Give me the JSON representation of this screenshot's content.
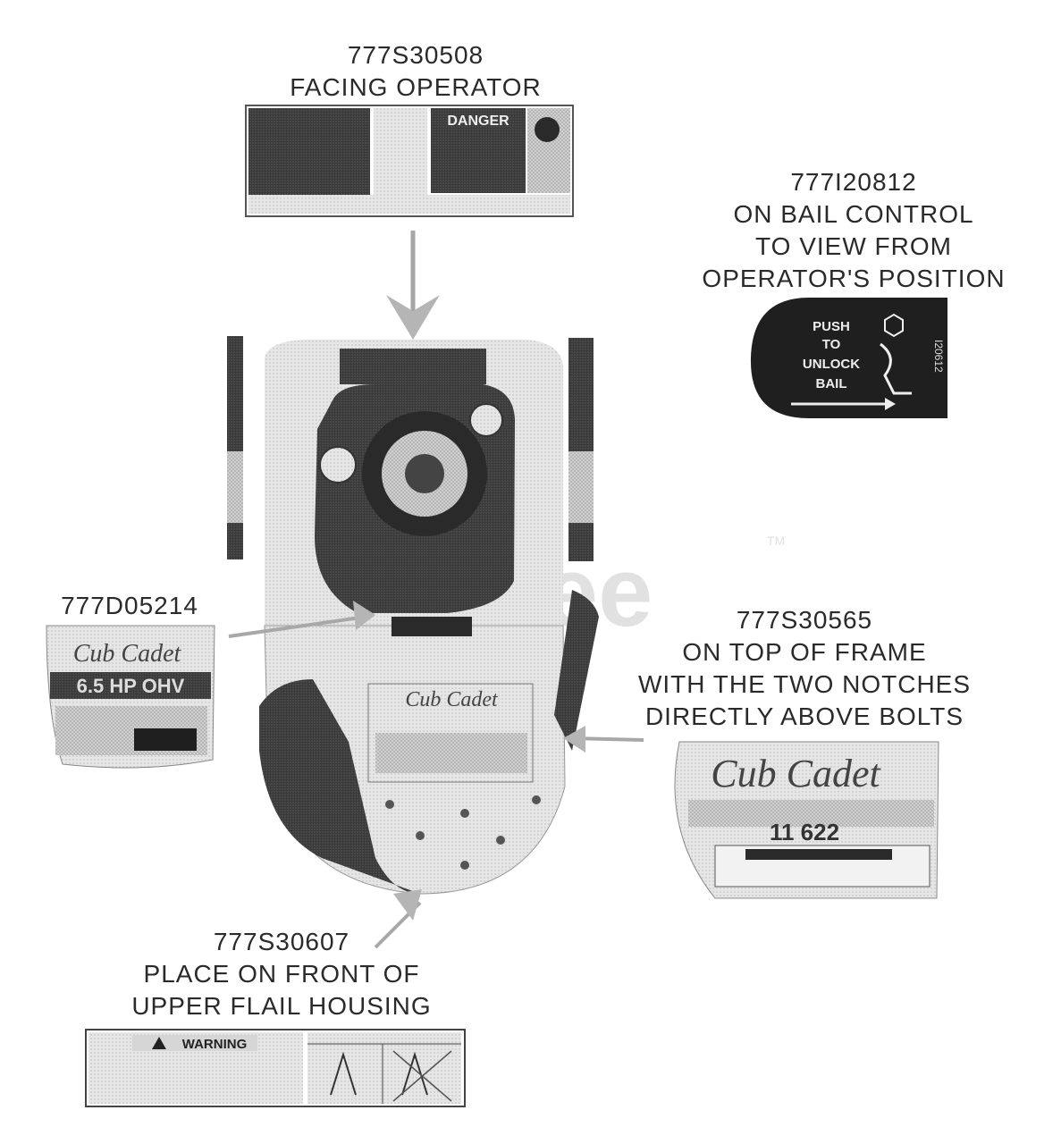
{
  "labels": {
    "top": {
      "part": "777S30508",
      "lines": [
        "FACING OPERATOR"
      ]
    },
    "bail": {
      "part": "777I20812",
      "lines": [
        "ON BAIL CONTROL",
        "TO VIEW FROM",
        "OPERATOR'S POSITION"
      ]
    },
    "engine": {
      "part": "777D05214",
      "lines": []
    },
    "frame": {
      "part": "777S30565",
      "lines": [
        "ON TOP OF FRAME",
        "WITH THE TWO NOTCHES",
        "DIRECTLY ABOVE BOLTS"
      ]
    },
    "flail": {
      "part": "777S30607",
      "lines": [
        "PLACE ON FRONT OF",
        "UPPER FLAIL HOUSING"
      ]
    }
  },
  "decals": {
    "danger_title": "DANGER",
    "bail_text": [
      "PUSH",
      "TO",
      "UNLOCK",
      "BAIL"
    ],
    "bail_code": "I20612",
    "brand": "Cub Cadet",
    "engine_hp": "6.5 HP OHV",
    "model": "11 622",
    "warning_title": "WARNING"
  },
  "watermark": {
    "text": "PartTree",
    "tm": "TM"
  }
}
